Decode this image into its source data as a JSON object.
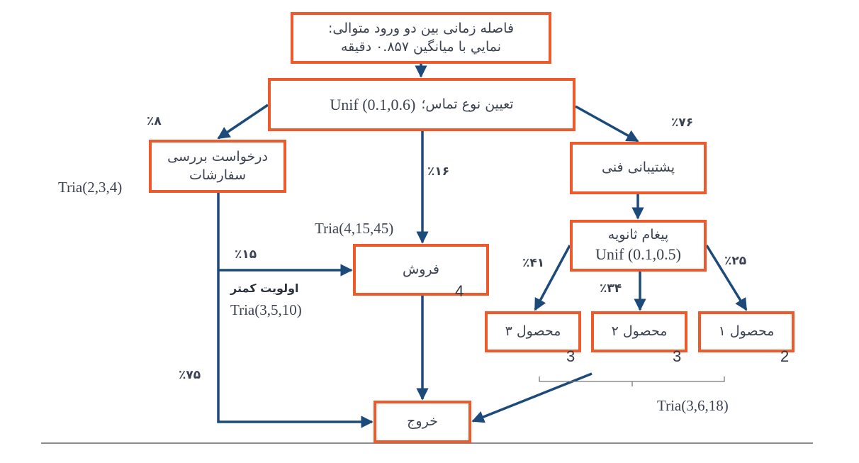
{
  "colors": {
    "box_border": "#ee5a2c",
    "arrow": "#1c4a7a",
    "text": "#3b4250",
    "bracket": "#555555"
  },
  "nodes": {
    "arrival": {
      "line1": "فاصله زمانی بین دو ورود متوالی:",
      "line2": "نمايي با میانگین ۰.۸۵۷ دقیقه"
    },
    "contact_type": {
      "label": "تعیین نوع تماس؛",
      "dist": "Unif (0.1,0.6)"
    },
    "order_review": {
      "line1": "درخواست بررسی",
      "line2": "سفارشات"
    },
    "tech_support": {
      "label": "پشتیبانی فنی"
    },
    "sales": {
      "label": "فروش",
      "servers": "4"
    },
    "secondary_msg": {
      "label": "پیغام ثانویه",
      "dist": "Unif (0.1,0.5)"
    },
    "product3": {
      "label": "محصول ۳",
      "servers": "3"
    },
    "product2": {
      "label": "محصول ۲",
      "servers": "3"
    },
    "product1": {
      "label": "محصول ۱",
      "servers": "2"
    },
    "exit": {
      "label": "خروج"
    }
  },
  "edges": {
    "to_order_review_pct": "٪۸",
    "to_sales_pct": "٪۱۶",
    "to_tech_support_pct": "٪۷۶",
    "order_to_sales_pct": "٪۱۵",
    "order_to_exit_pct": "٪۷۵",
    "to_product3_pct": "٪۴۱",
    "to_product2_pct": "٪۳۴",
    "to_product1_pct": "٪۲۵",
    "low_priority": "اولویت کمتر"
  },
  "distributions": {
    "order_review": "Tria(2,3,4)",
    "sales": "Tria(4,15,45)",
    "low_priority": "Tria(3,5,10)",
    "products": "Tria(3,6,18)"
  }
}
